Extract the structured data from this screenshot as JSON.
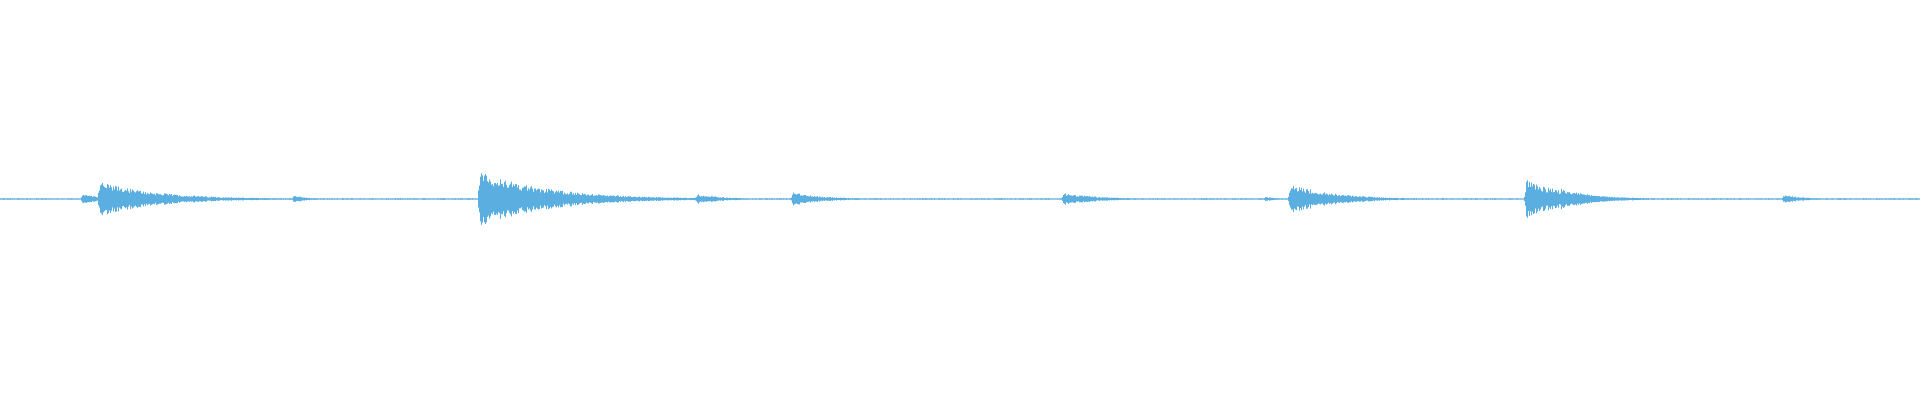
{
  "waveform": {
    "color": "#5aaee0",
    "background": "#ffffff",
    "transients": [
      {
        "t": 0.043,
        "amp": 0.18,
        "decay": 0.01
      },
      {
        "t": 0.052,
        "amp": 0.62,
        "decay": 0.03
      },
      {
        "t": 0.153,
        "amp": 0.13,
        "decay": 0.008
      },
      {
        "t": 0.25,
        "amp": 1.0,
        "decay": 0.035
      },
      {
        "t": 0.363,
        "amp": 0.18,
        "decay": 0.014
      },
      {
        "t": 0.413,
        "amp": 0.24,
        "decay": 0.016
      },
      {
        "t": 0.554,
        "amp": 0.22,
        "decay": 0.018
      },
      {
        "t": 0.659,
        "amp": 0.08,
        "decay": 0.006
      },
      {
        "t": 0.672,
        "amp": 0.55,
        "decay": 0.022
      },
      {
        "t": 0.795,
        "amp": 0.72,
        "decay": 0.02
      },
      {
        "t": 0.813,
        "amp": 0.38,
        "decay": 0.018
      },
      {
        "t": 0.929,
        "amp": 0.16,
        "decay": 0.01
      }
    ],
    "noise_floor": 0.02
  }
}
